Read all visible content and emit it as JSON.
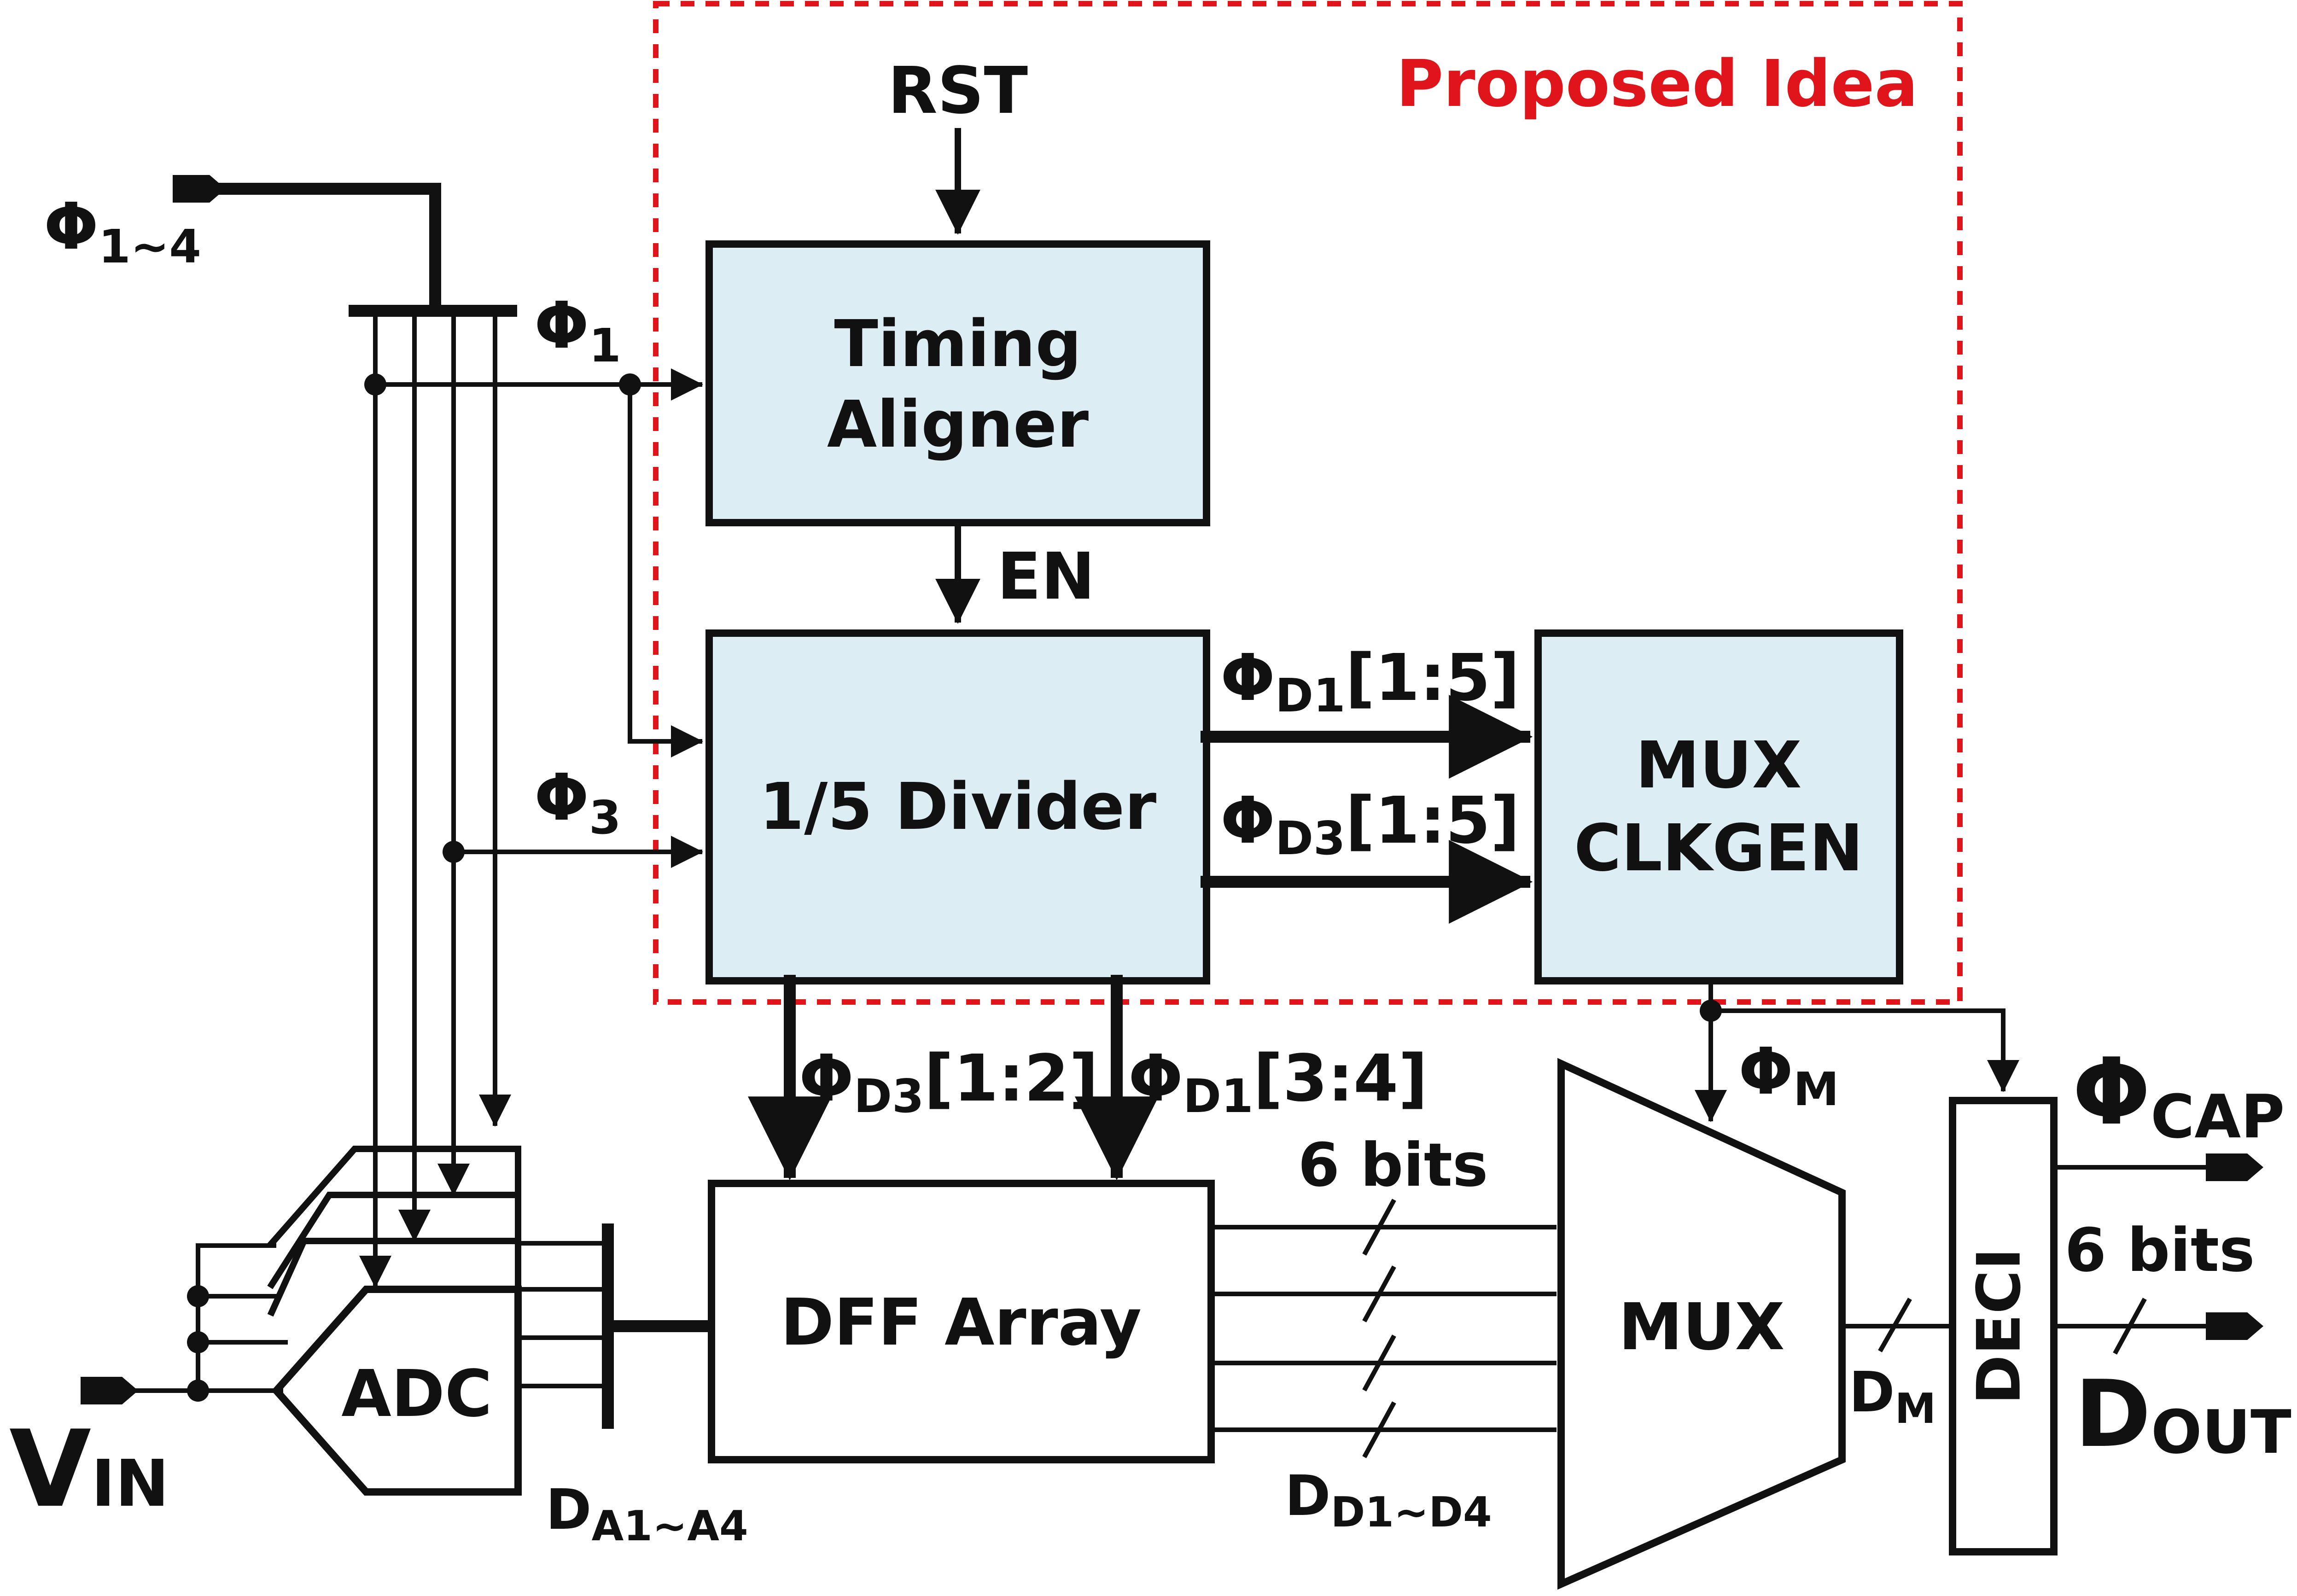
{
  "proposed_label": "Proposed Idea",
  "blocks": {
    "timing_line1": "Timing",
    "timing_line2": "Aligner",
    "divider": "1/5 Divider",
    "mux_clkgen_line1": "MUX",
    "mux_clkgen_line2": "CLKGEN",
    "dff": "DFF Array",
    "adc": "ADC",
    "mux": "MUX",
    "deci": "DECI"
  },
  "signals": {
    "rst": "RST",
    "en": "EN",
    "phi": "Φ",
    "phi_all_sub": "1~4",
    "phi1_sub": "1",
    "phi3_sub": "3",
    "phid1_5_sub": "D1",
    "phid1_5_range": "[1:5]",
    "phid3_5_sub": "D3",
    "phid3_5_range": "[1:5]",
    "phid3_2_sub": "D3",
    "phid3_2_range": "[1:2]",
    "phid1_34_sub": "D1",
    "phid1_34_range": "[3:4]",
    "phim_sub": "M",
    "phicap_sub": "CAP",
    "v": "V",
    "vin_sub": "IN",
    "d": "D",
    "da_sub": "A1~A4",
    "dd_sub": "D1~D4",
    "dm_sub": "M",
    "dout_sub": "OUT",
    "bits_1": "6 bits",
    "bits_2": "6 bits"
  },
  "colors": {
    "block_fill": "#dcedf3",
    "outline": "#111111",
    "proposed": "#e0141b"
  }
}
